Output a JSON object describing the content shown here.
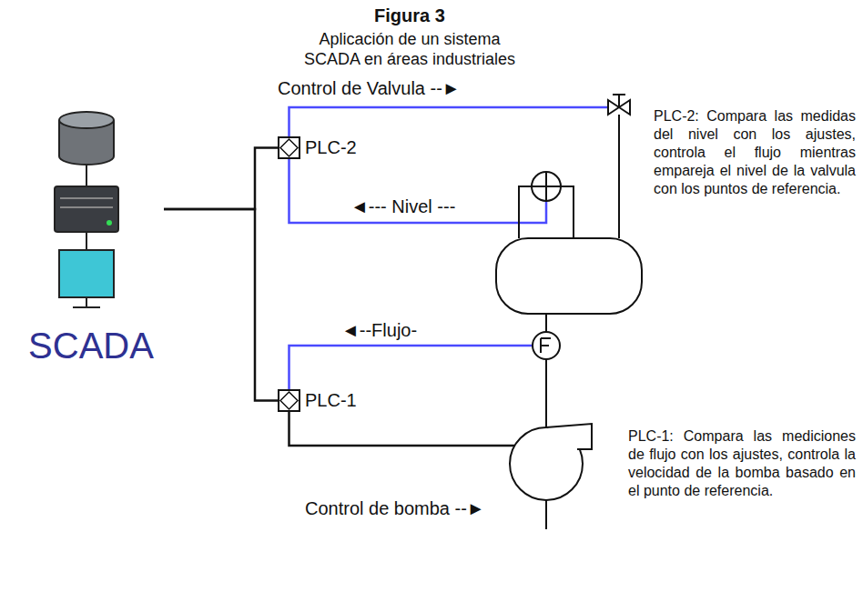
{
  "diagram": {
    "title": "Figura 3",
    "caption": "Aplicación de un sistema SCADA en áreas industriales",
    "nodes": [
      {
        "text": [
          "SCADA"
        ]
      },
      {
        "text": [
          "PLC-2"
        ]
      },
      {
        "text": [
          "PLC-1"
        ]
      }
    ],
    "edges": [
      {
        "from": 0,
        "to": 1,
        "arrow": "none"
      },
      {
        "from": 0,
        "to": 2,
        "arrow": "none"
      }
    ],
    "labels": [
      "Control de Valvula --►",
      "◄--- Nivel ---",
      "PLC-2: Compara las medidas del nivel con los ajustes, controla el flujo mientras empareja el nivel de la valvula con los puntos de referencia.",
      "◄--Flujo-",
      "PLC-1: Compara las mediciones de flujo con los ajustes, controla la velocidad de la bomba basado en el punto de referencia.",
      "Control de bomba --►"
    ]
  }
}
